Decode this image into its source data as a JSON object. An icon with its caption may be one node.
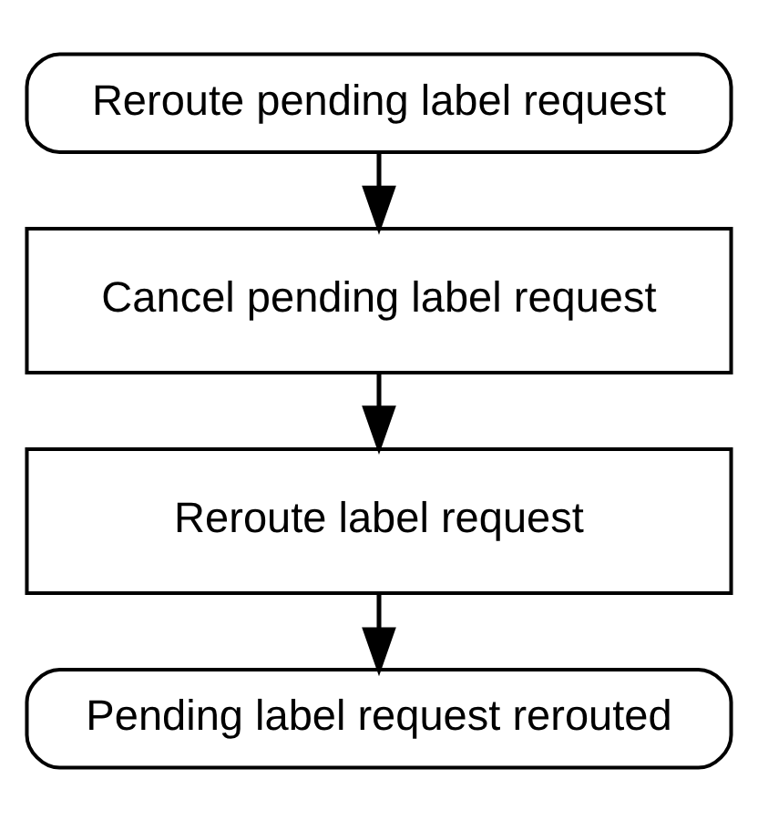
{
  "diagram": {
    "nodes": [
      {
        "text": [
          "Reroute pending label request"
        ]
      },
      {
        "text": [
          "Cancel pending label request"
        ]
      },
      {
        "text": [
          "Reroute label request"
        ]
      },
      {
        "text": [
          "Pending label request rerouted"
        ]
      }
    ],
    "edges": [
      {
        "from": 0,
        "to": 1,
        "arrow": "to"
      },
      {
        "from": 1,
        "to": 2,
        "arrow": "to"
      },
      {
        "from": 2,
        "to": 3,
        "arrow": "to"
      }
    ]
  }
}
